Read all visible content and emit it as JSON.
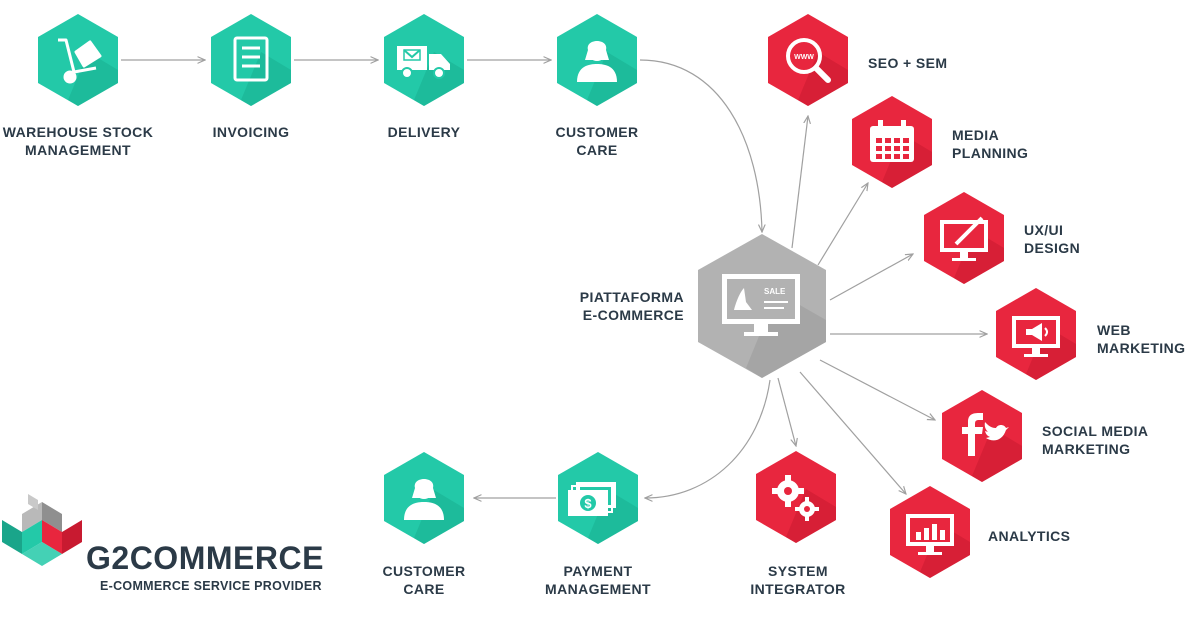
{
  "colors": {
    "teal": "#23c9a8",
    "red": "#e8263e",
    "grey": "#b2b2b2",
    "text": "#2b3a47",
    "arrow": "#a0a0a0"
  },
  "hub": {
    "line1": "PIATTAFORMA",
    "line2": "E-COMMERCE",
    "screen_text": "SALE",
    "icon": "monitor-sale-icon"
  },
  "top_flow": [
    {
      "line1": "WAREHOUSE STOCK",
      "line2": "MANAGEMENT",
      "icon": "cart-icon"
    },
    {
      "line1": "INVOICING",
      "line2": "",
      "icon": "invoice-icon"
    },
    {
      "line1": "DELIVERY",
      "line2": "",
      "icon": "truck-icon"
    },
    {
      "line1": "CUSTOMER",
      "line2": "CARE",
      "icon": "operator-icon"
    }
  ],
  "bottom_flow": [
    {
      "line1": "PAYMENT",
      "line2": "MANAGEMENT",
      "icon": "payment-icon"
    },
    {
      "line1": "CUSTOMER",
      "line2": "CARE",
      "icon": "operator-icon"
    }
  ],
  "services": [
    {
      "line1": "SEO + SEM",
      "line2": "",
      "icon": "magnifier-www-icon",
      "screen_text": "WWW"
    },
    {
      "line1": "MEDIA",
      "line2": "PLANNING",
      "icon": "calendar-icon"
    },
    {
      "line1": "UX/UI",
      "line2": "DESIGN",
      "icon": "monitor-brush-icon"
    },
    {
      "line1": "WEB",
      "line2": "MARKETING",
      "icon": "monitor-megaphone-icon"
    },
    {
      "line1": "SOCIAL MEDIA",
      "line2": "MARKETING",
      "icon": "social-icon"
    },
    {
      "line1": "ANALYTICS",
      "line2": "",
      "icon": "monitor-chart-icon"
    },
    {
      "line1": "SYSTEM",
      "line2": "INTEGRATOR",
      "icon": "gears-icon"
    }
  ],
  "brand": {
    "name": "G2COMMERCE",
    "tagline": "E-COMMERCE SERVICE PROVIDER"
  }
}
